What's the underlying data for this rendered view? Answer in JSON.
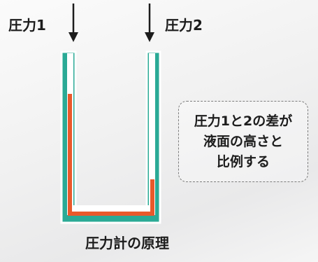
{
  "labels": {
    "pressure_1": "圧力1",
    "pressure_2": "圧力2"
  },
  "note": {
    "lines": [
      "圧力1と2の差が",
      "液面の高さと",
      "比例する"
    ]
  },
  "caption": "圧力計の原理",
  "colors": {
    "tube": "#2aaa96",
    "liquid": "#e9592b",
    "arrow": "#1c1c1c",
    "note_border": "#7c7c7c"
  },
  "icons": {
    "arrow_1": "arrow-down-icon",
    "arrow_2": "arrow-down-icon"
  }
}
